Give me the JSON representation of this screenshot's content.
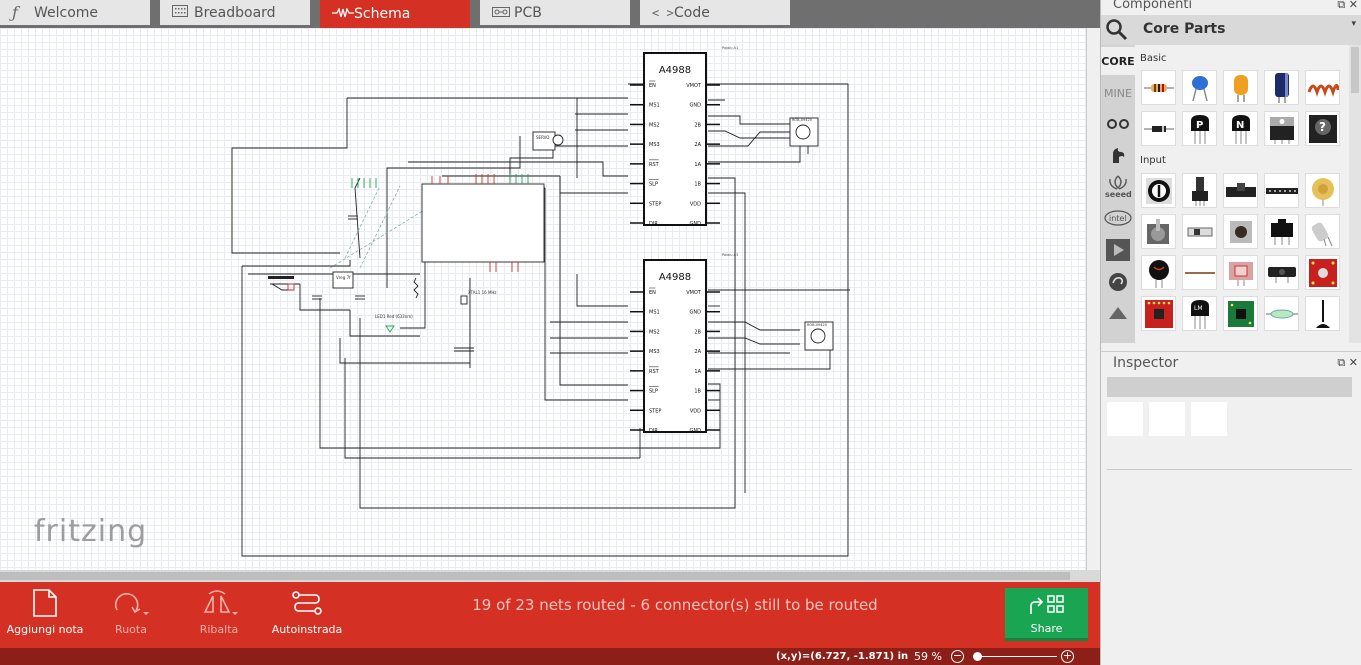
{
  "tabs": [
    {
      "label": "Welcome",
      "icon": "fritzing-f-icon",
      "active": false
    },
    {
      "label": "Breadboard",
      "icon": "breadboard-icon",
      "active": false
    },
    {
      "label": "Schema",
      "icon": "schematic-wave-icon",
      "active": true
    },
    {
      "label": "PCB",
      "icon": "pcb-icon",
      "active": false
    },
    {
      "label": "Code",
      "icon": "code-brackets-icon",
      "active": false
    }
  ],
  "canvas": {
    "watermark": "fritzing",
    "chips": [
      {
        "name": "A4988",
        "label": "Pololu A1",
        "left_pins": [
          "EN",
          "MS1",
          "MS2",
          "MS3",
          "RST",
          "SLP",
          "STEP",
          "DIR"
        ],
        "right_pins": [
          "VMOT",
          "GND",
          "2B",
          "2A",
          "1A",
          "1B",
          "VDD",
          "GND"
        ]
      },
      {
        "name": "A4988",
        "label": "Pololu A3",
        "left_pins": [
          "EN",
          "MS1",
          "MS2",
          "MS3",
          "RST",
          "SLP",
          "STEP",
          "DIR"
        ],
        "right_pins": [
          "VMOT",
          "GND",
          "2B",
          "2A",
          "1A",
          "1B",
          "VDD",
          "GND"
        ]
      }
    ],
    "motor_label": "ROB-09420",
    "servo_label": "SERVO",
    "regulator_label": "Vreg 7f",
    "crystal_label": "XTAL1 16 MHz",
    "led_label": "LED1 Red (633nm)"
  },
  "toolbar": {
    "add_note": "Aggiungi nota",
    "rotate": "Ruota",
    "flip": "Ribalta",
    "autoroute": "Autoinstrada",
    "routing_status": "19 of 23 nets routed - 6 connector(s) still to be routed",
    "share": "Share"
  },
  "statusbar": {
    "coords": "(x,y)=(6.727, -1.871) in",
    "zoom": "59 %"
  },
  "parts_bin": {
    "header": "Componenti",
    "title": "Core Parts",
    "bin_tabs": [
      "CORE",
      "MINE",
      "arduino",
      "sparkfun",
      "seeed",
      "intel",
      "snootlab",
      "lilypad",
      "microbit"
    ],
    "sections": [
      "Basic",
      "Input"
    ]
  },
  "inspector": {
    "header": "Inspector"
  },
  "colors": {
    "accent": "#d43023",
    "share_green": "#1aa552",
    "status_bar": "#8c1f17"
  }
}
